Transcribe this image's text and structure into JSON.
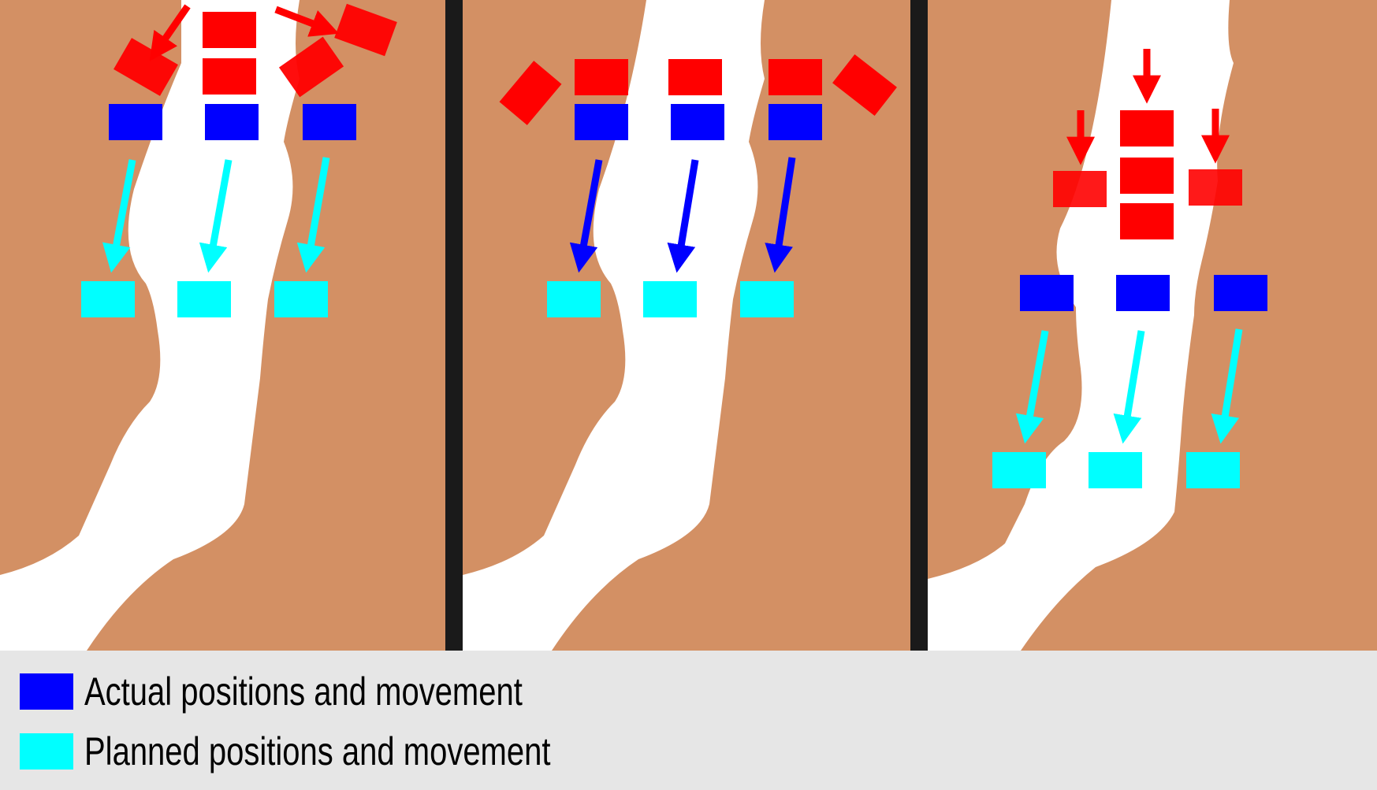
{
  "colors": {
    "land": "#d39064",
    "river": "#ffffff",
    "divider": "#1a1a1a",
    "enemy": "#ff0000",
    "actual": "#0000ff",
    "planned": "#00ffff",
    "legend_bg": "#e6e6e6"
  },
  "legend": {
    "actual_label": "Actual positions and movement",
    "planned_label": "Planned positions and movement"
  },
  "panels": [
    {
      "name": "panel-1",
      "stage": 1,
      "description_icons": [
        "enemy-units",
        "actual-units",
        "planned-units"
      ]
    },
    {
      "name": "panel-2",
      "stage": 2,
      "description_icons": [
        "enemy-units",
        "actual-units",
        "planned-units"
      ]
    },
    {
      "name": "panel-3",
      "stage": 3,
      "description_icons": [
        "enemy-units",
        "actual-units",
        "planned-units"
      ]
    }
  ]
}
